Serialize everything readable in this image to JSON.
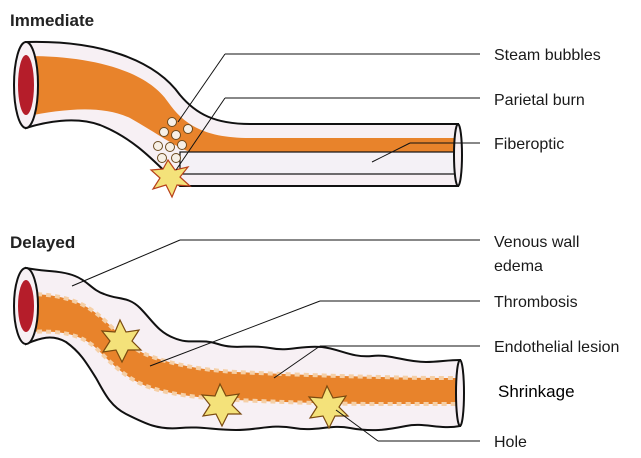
{
  "panels": {
    "immediate": {
      "title": "Immediate",
      "labels": {
        "steam_bubbles": "Steam bubbles",
        "parietal_burn": "Parietal burn",
        "fiberoptic": "Fiberoptic"
      }
    },
    "delayed": {
      "title": "Delayed",
      "labels": {
        "venous_wall_edema_line1": "Venous wall",
        "venous_wall_edema_line2": "edema",
        "thrombosis": "Thrombosis",
        "endothelial_lesion": "Endothelial lesion",
        "shrinkage": "Shrinkage",
        "hole": "Hole"
      }
    }
  },
  "colors": {
    "lumen": "#e8832b",
    "wall": "#f7f0f4",
    "vessel_mouth": "#b51d2a",
    "outline": "#111111",
    "lesion_fill": "#f4e27a",
    "endothelium_dash": "#f5cfa6"
  }
}
